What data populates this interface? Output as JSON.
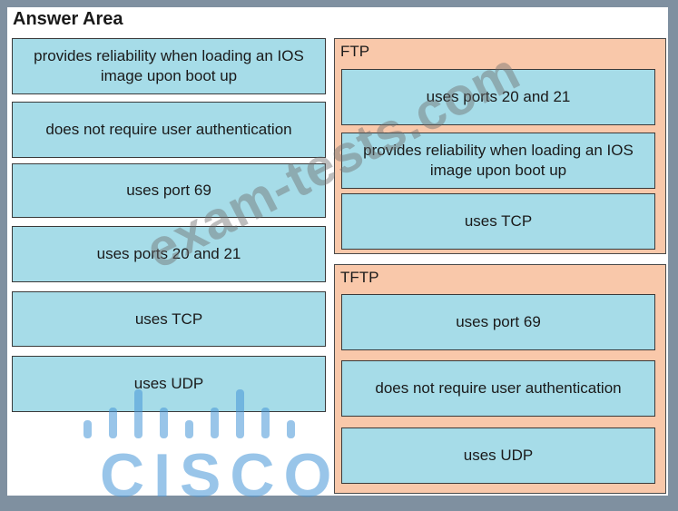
{
  "title": "Answer Area",
  "source_options": [
    "provides reliability when loading an IOS image upon boot up",
    "does not require user authentication",
    "uses port 69",
    "uses ports 20 and 21",
    "uses TCP",
    "uses UDP"
  ],
  "targets": {
    "ftp": {
      "label": "FTP",
      "items": [
        "uses ports 20 and 21",
        "provides reliability when loading an IOS image upon boot up",
        "uses TCP"
      ]
    },
    "tftp": {
      "label": "TFTP",
      "items": [
        "uses port 69",
        "does not require user authentication",
        "uses UDP"
      ]
    }
  },
  "watermark": "exam-tests.com",
  "logo_text": "CISCO",
  "colors": {
    "option_fill": "#a6dce8",
    "zone_fill": "#f9c8aa",
    "logo": "#4696d7"
  }
}
